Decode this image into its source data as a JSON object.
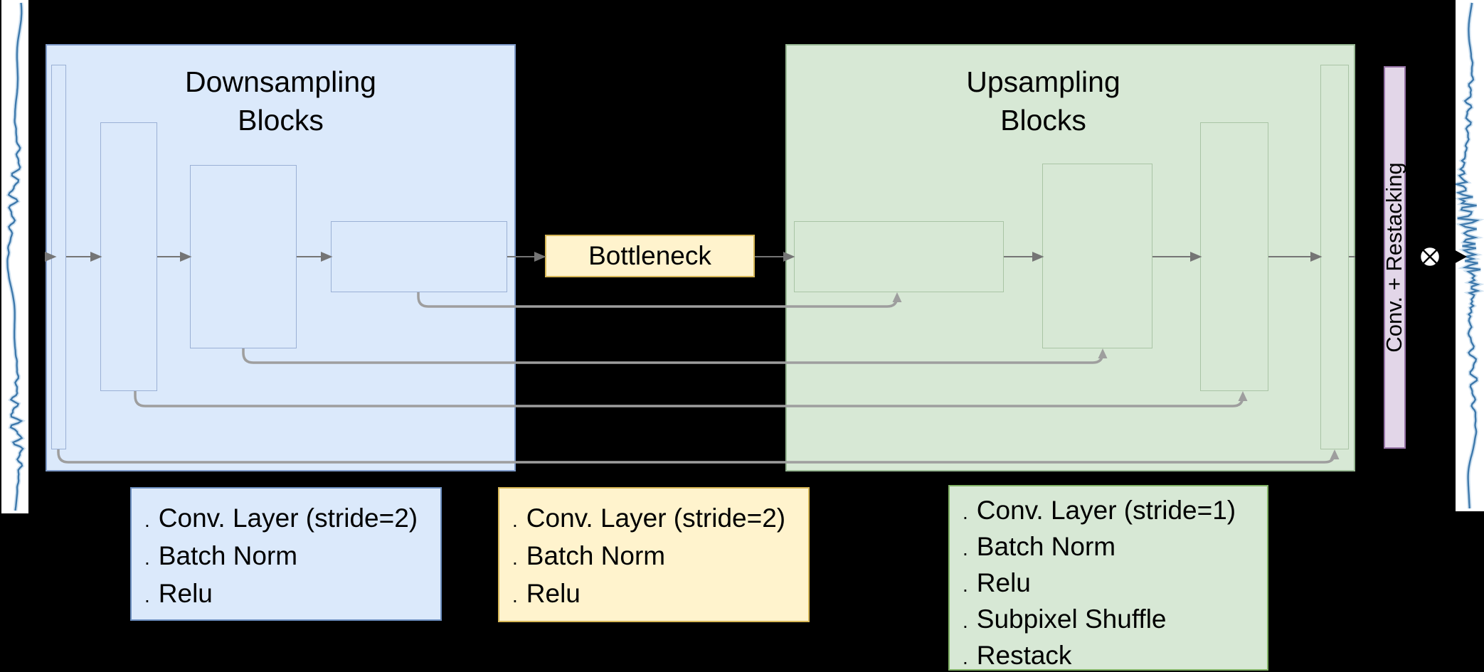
{
  "diagram": {
    "down_title": {
      "line1": "Downsampling",
      "line2": "Blocks"
    },
    "up_title": {
      "line1": "Upsampling",
      "line2": "Blocks"
    },
    "bottleneck_label": "Bottleneck",
    "restacking_label": "Conv. + Restacking",
    "op_icon": "circled-times",
    "input_icon": "waveform-image",
    "output_icon": "waveform-image"
  },
  "legends": {
    "down": {
      "bullet": ".",
      "items": [
        "Conv. Layer (stride=2)",
        "Batch Norm",
        "Relu"
      ]
    },
    "bottleneck": {
      "bullet": ".",
      "items": [
        "Conv. Layer (stride=2)",
        "Batch Norm",
        "Relu"
      ]
    },
    "up": {
      "bullet": ".",
      "items": [
        "Conv. Layer (stride=1)",
        "Batch Norm",
        "Relu",
        "Subpixel Shuffle",
        "Restack"
      ]
    }
  },
  "colors": {
    "bg": "#000000",
    "blue-fill": "#dbe9fb",
    "blue-border": "#7e9ac8",
    "blue-inner": "#9ab0d5",
    "green-fill": "#d7e8d5",
    "green-border": "#98b894",
    "green-inner": "#a9c4a5",
    "yellow-fill": "#fff3cd",
    "yellow-border": "#d6b656",
    "purple-fill": "#e2d6e8",
    "purple-border": "#9673a6",
    "legend-blue-border": "#6c8ebf",
    "legend-green-border": "#82b366",
    "arrow": "#757575",
    "skip": "#9e9e9e",
    "wave-main": "#2e6da4",
    "wave-glow": "#7fb0d8"
  }
}
